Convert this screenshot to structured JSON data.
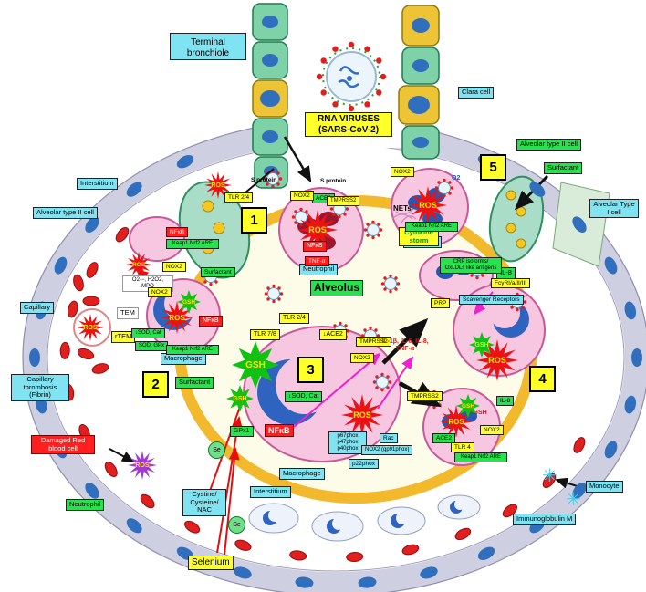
{
  "labels": {
    "terminal_bronchiole": "Terminal bronchiole",
    "rna_viruses": "RNA VIRUSES (SARS-CoV-2)",
    "clara_cell": "Clara cell",
    "alveolar_t2": "Alveolar type II cell",
    "alveolar_t1": "Alveolar Type I cell",
    "interstitium": "Interstitium",
    "capillary": "Capillary",
    "capillary_thrombosis": "Capillary thrombosis (Fibrin)",
    "damaged_rbc": "Damaged Red blood cell",
    "neutrophil": "Neutrophil",
    "selenium": "Selenium",
    "cystine": "Cystine/ Cysteine/ NAC",
    "macrophage": "Macrophage",
    "monocyte": "Monocyte",
    "immunoglobulin_m": "Immunoglobulin M",
    "alveolus": "Alveolus",
    "nets": "NETs",
    "cytokine_storm": "Cytokine storm",
    "il8": "IL-8",
    "scavenger_receptors": "Scavenger Receptors",
    "crp": "CRP isoforms/ OxLDLs like antigens",
    "fcgr": "FcγRI/a/II/III",
    "prp": "PRP",
    "tem": "TEM",
    "rtem": "rTEM",
    "o2_mpo": "O2·−, H2O2, MPO",
    "sprotein": "S protein",
    "tlr24": "TLR 2/4",
    "tlr78": "TLR 7/8",
    "tlr4": "TLR 4",
    "nfkb": "NFκB",
    "keap1": "Keap1 Nrf2 ARE",
    "nox2": "NOX2",
    "surfactant": "Surfactant",
    "ace2": "ACE2",
    "ace2_down": "↓ACE2",
    "tmprss2": "TMPRSS2",
    "tnfa": "TNF-α",
    "sod_cat": "↓SOD, Cat",
    "sod_gpx": "SOD, GPx",
    "gpx1": "GPx1",
    "cytokines": "IL-1β, IL-6, IL-8, TNF-α",
    "phox": "p67phox p47phox p40phox",
    "rac": "Rac",
    "nox2_gp91": "NOX2 (gp91phox)",
    "p22phox": "p22phox",
    "o2": "O2",
    "gsh": "GSH",
    "gsh_down": "↓GSH",
    "ros": "ROS",
    "se": "Se"
  },
  "numbers": {
    "n1": "1",
    "n2": "2",
    "n3": "3",
    "n4": "4",
    "n5": "5"
  },
  "colors": {
    "label_cyan": "#7fe3f2",
    "label_green": "#27e24e",
    "label_yellow": "#ffff29",
    "label_red": "#ff1f1f",
    "pink_cell": "#f7c6e0",
    "ros_star": "#ea1212",
    "gsh_star": "#12c212",
    "nucleus_blue": "#2f6fbe",
    "surfactant_ring": "#f1b92b",
    "rbc_red": "#e21f1f"
  }
}
